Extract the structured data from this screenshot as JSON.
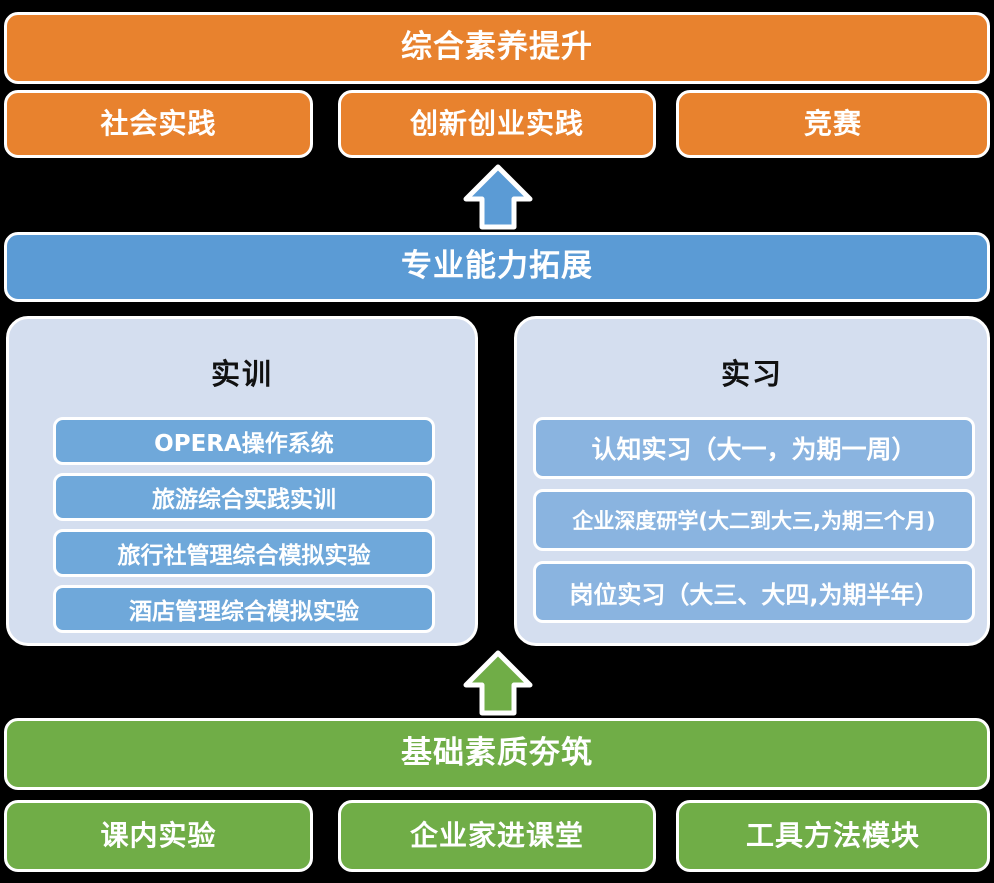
{
  "diagram": {
    "title": "综合素养提升 / 专业能力拓展 / 基础素质夯筑 实践教学体系图",
    "colors": {
      "orange": "#E8822E",
      "blue": "#5B9BD5",
      "green": "#70AD47",
      "panel_bg": "#D4DEEF",
      "chip_train": "#6FA8DA",
      "chip_intern": "#8AB4E0",
      "outline": "#FFFFFF",
      "background": "#000000"
    }
  },
  "top_tier": {
    "banner": "综合素养提升",
    "items": [
      {
        "label": "社会实践"
      },
      {
        "label": "创新创业实践"
      },
      {
        "label": "竞赛"
      }
    ]
  },
  "arrow_middle": {
    "name": "up-arrow-blue",
    "direction": "up",
    "color": "#5B9BD5"
  },
  "middle_tier": {
    "banner": "专业能力拓展",
    "panels": [
      {
        "title": "实训",
        "items": [
          {
            "label": "OPERA操作系统"
          },
          {
            "label": "旅游综合实践实训"
          },
          {
            "label": "旅行社管理综合模拟实验"
          },
          {
            "label": "酒店管理综合模拟实验"
          }
        ]
      },
      {
        "title": "实习",
        "items": [
          {
            "label": "认知实习（大一，为期一周）"
          },
          {
            "label": "企业深度研学(大二到大三,为期三个月)"
          },
          {
            "label": "岗位实习（大三、大四,为期半年）"
          }
        ]
      }
    ]
  },
  "arrow_bottom": {
    "name": "up-arrow-green",
    "direction": "up",
    "color": "#70AD47"
  },
  "bottom_tier": {
    "banner": "基础素质夯筑",
    "items": [
      {
        "label": "课内实验"
      },
      {
        "label": "企业家进课堂"
      },
      {
        "label": "工具方法模块"
      }
    ]
  }
}
